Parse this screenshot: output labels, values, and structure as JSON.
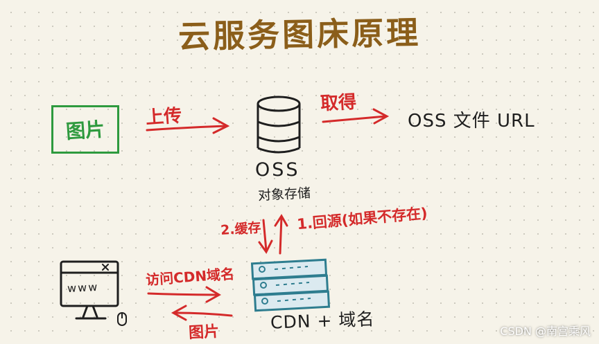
{
  "title": "云服务图床原理",
  "nodes": {
    "image_box": "图片",
    "oss_label": "OSS",
    "oss_sublabel": "对象存储",
    "oss_url": "OSS 文件 URL",
    "cdn_label": "CDN + 域名",
    "browser_text": "www"
  },
  "edges": {
    "upload": "上传",
    "fetch": "取得",
    "cache": "2.缓存",
    "origin": "1.回源(如果不存在)",
    "visit_cdn": "访问CDN域名",
    "return_image": "图片"
  },
  "watermark": "CSDN @南宫乘风",
  "colors": {
    "title": "#8b5e1a",
    "green": "#2e9a3e",
    "red": "#d42a2a",
    "ink": "#1e1e1e",
    "cdn_blue": "#2e7d8f",
    "background": "#f6f3e9"
  }
}
